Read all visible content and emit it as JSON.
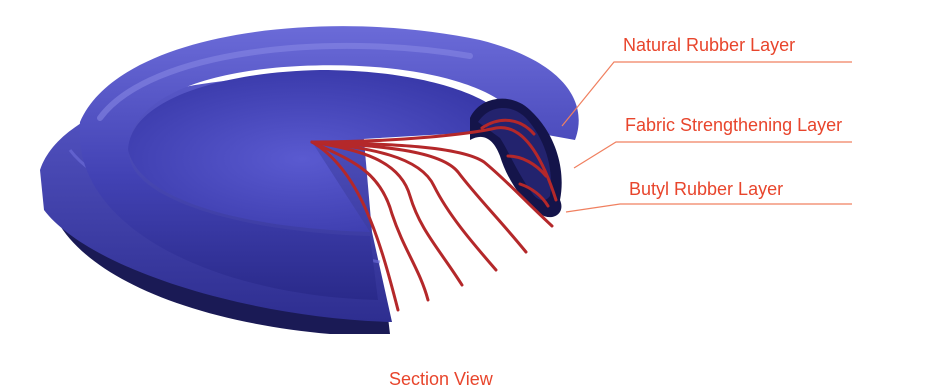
{
  "diagram": {
    "layers": [
      {
        "label": "Natural Rubber Layer"
      },
      {
        "label": "Fabric Strengthening Layer"
      },
      {
        "label": "Butyl Rubber Layer"
      }
    ],
    "caption": "Section View"
  },
  "colors": {
    "rubber_body": "#3a3aa6",
    "rubber_light": "#6a6ad6",
    "rubber_dark": "#1a1a55",
    "cord": "#b4282a",
    "callout_text": "#e8452c",
    "leader_line": "#f08060"
  }
}
